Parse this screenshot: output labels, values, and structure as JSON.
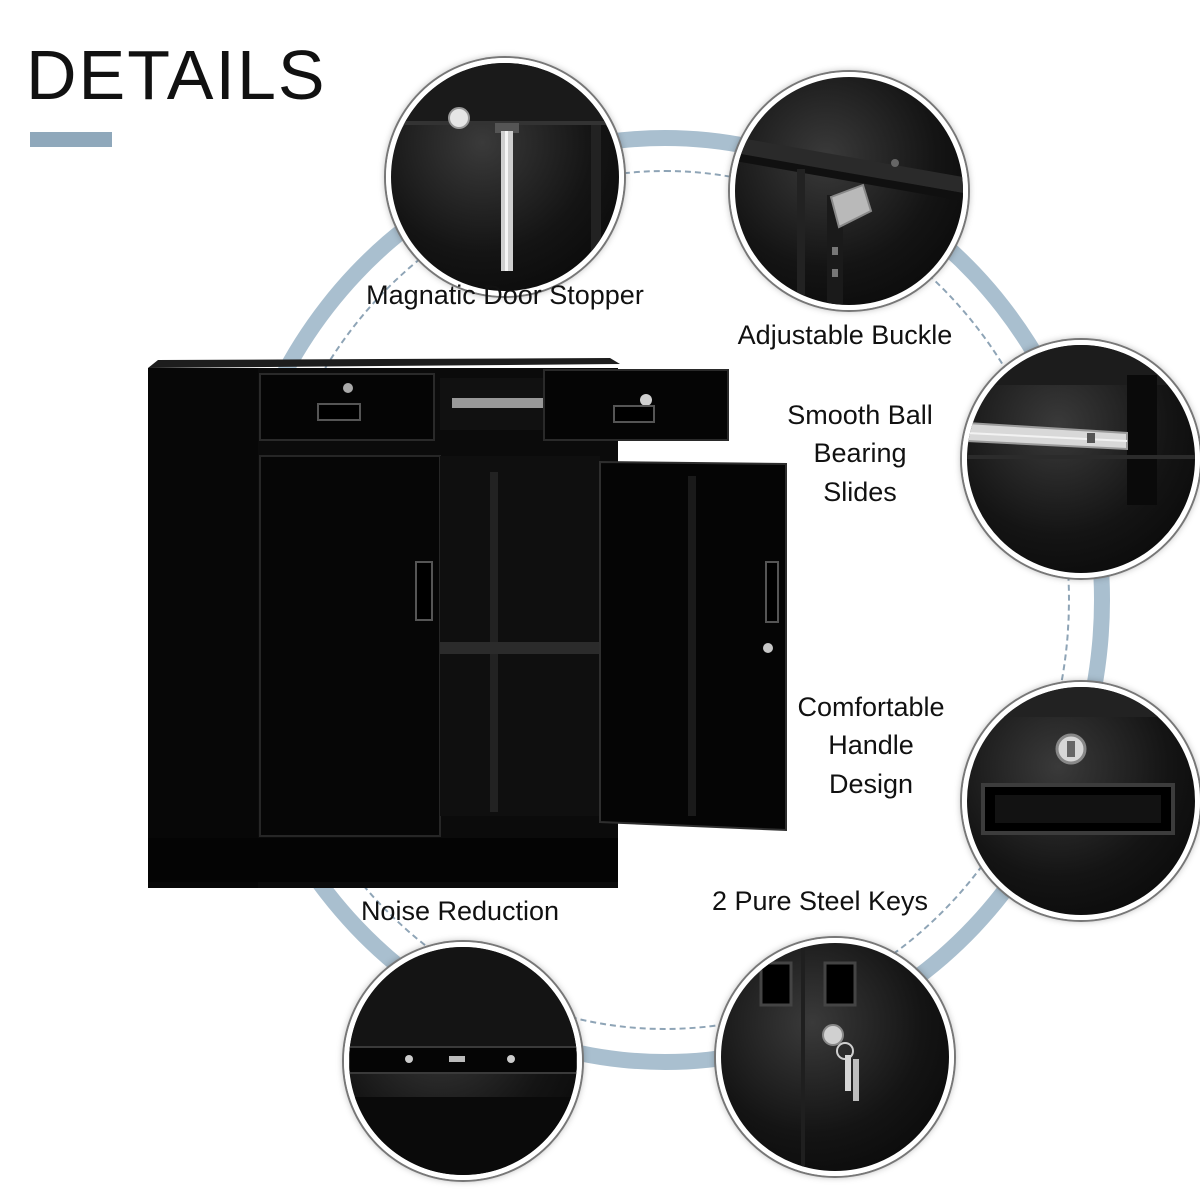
{
  "heading": "DETAILS",
  "colors": {
    "accent": "#a9bfcf",
    "cabinet": "#0b0b0b"
  },
  "features": [
    {
      "name": "door-stopper",
      "lines": [
        "Magnatic Door Stopper"
      ]
    },
    {
      "name": "buckle",
      "lines": [
        "Adjustable Buckle"
      ]
    },
    {
      "name": "slides",
      "lines": [
        "Smooth Ball",
        "Bearing",
        "Slides"
      ]
    },
    {
      "name": "handle",
      "lines": [
        "Comfortable",
        "Handle",
        "Design"
      ]
    },
    {
      "name": "keys",
      "lines": [
        "2 Pure Steel Keys"
      ]
    },
    {
      "name": "noise",
      "lines": [
        "Noise Reduction"
      ]
    }
  ]
}
